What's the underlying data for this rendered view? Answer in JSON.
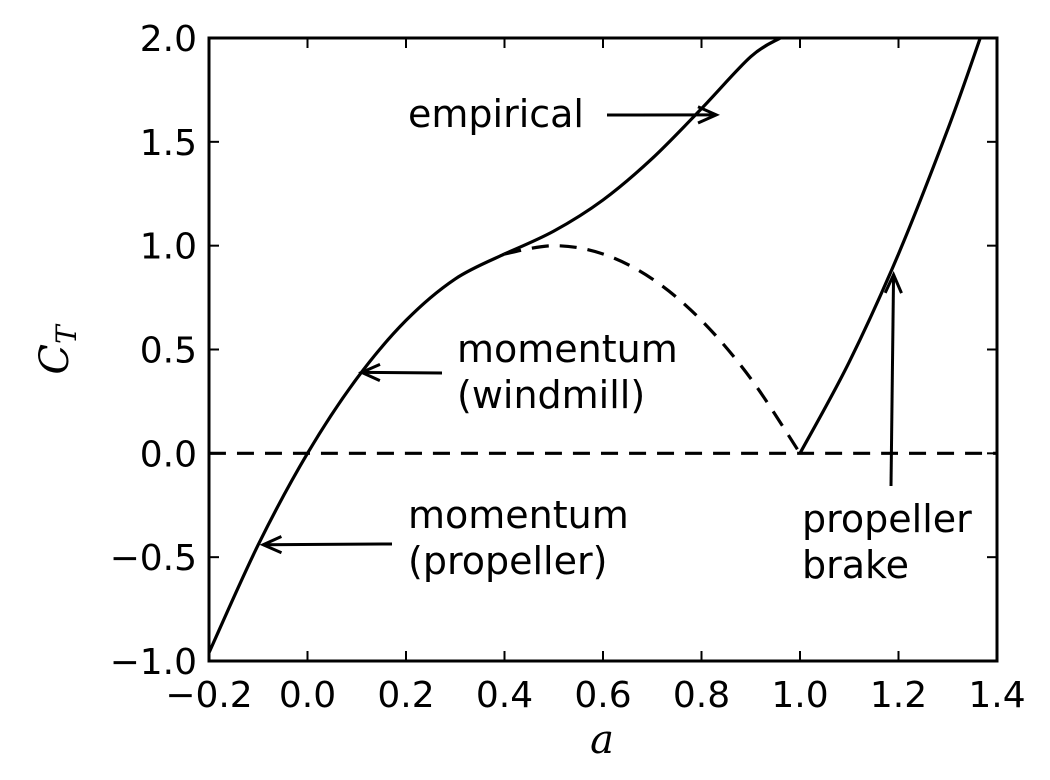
{
  "chart_data": {
    "type": "line",
    "xlabel": "a",
    "ylabel": "C",
    "ylabel_subscript": "T",
    "xlim": [
      -0.2,
      1.4
    ],
    "ylim": [
      -1.0,
      2.0
    ],
    "x_ticks": [
      -0.2,
      0.0,
      0.2,
      0.4,
      0.6,
      0.8,
      1.0,
      1.2,
      1.4
    ],
    "x_tick_labels": [
      "−0.2",
      "0.0",
      "0.2",
      "0.4",
      "0.6",
      "0.8",
      "1.0",
      "1.2",
      "1.4"
    ],
    "y_ticks": [
      -1.0,
      -0.5,
      0.0,
      0.5,
      1.0,
      1.5,
      2.0
    ],
    "y_tick_labels": [
      "−1.0",
      "−0.5",
      "0.0",
      "0.5",
      "1.0",
      "1.5",
      "2.0"
    ],
    "grid": false,
    "series": [
      {
        "style": "solid",
        "x": [
          -0.2,
          -0.1,
          0.0,
          0.1,
          0.2,
          0.3,
          0.4
        ],
        "y": [
          -0.96,
          -0.44,
          0.0,
          0.36,
          0.64,
          0.84,
          0.96
        ]
      },
      {
        "style": "solid",
        "x": [
          0.4,
          0.5,
          0.6,
          0.7,
          0.8,
          0.9,
          0.96
        ],
        "y": [
          0.96,
          1.07,
          1.22,
          1.42,
          1.66,
          1.91,
          2.0
        ]
      },
      {
        "style": "dashed",
        "x": [
          0.4,
          0.5,
          0.6,
          0.7,
          0.8,
          0.9,
          1.0
        ],
        "y": [
          0.96,
          1.0,
          0.96,
          0.84,
          0.64,
          0.36,
          0.0
        ]
      },
      {
        "style": "solid",
        "x": [
          1.0,
          1.1,
          1.2,
          1.3,
          1.366
        ],
        "y": [
          0.0,
          0.44,
          0.96,
          1.56,
          2.0
        ]
      },
      {
        "style": "dashed",
        "x": [
          -0.2,
          1.4
        ],
        "y": [
          0.0,
          0.0
        ]
      }
    ],
    "annotations": [
      {
        "lines": [
          "empirical"
        ],
        "arrow_to": [
          0.83,
          1.63
        ]
      },
      {
        "lines": [
          "momentum",
          "(windmill)"
        ],
        "arrow_to": [
          0.11,
          0.39
        ]
      },
      {
        "lines": [
          "momentum",
          "(propeller)"
        ],
        "arrow_to": [
          -0.09,
          -0.44
        ]
      },
      {
        "lines": [
          "propeller",
          "brake"
        ],
        "arrow_to": [
          1.19,
          0.86
        ]
      }
    ]
  }
}
